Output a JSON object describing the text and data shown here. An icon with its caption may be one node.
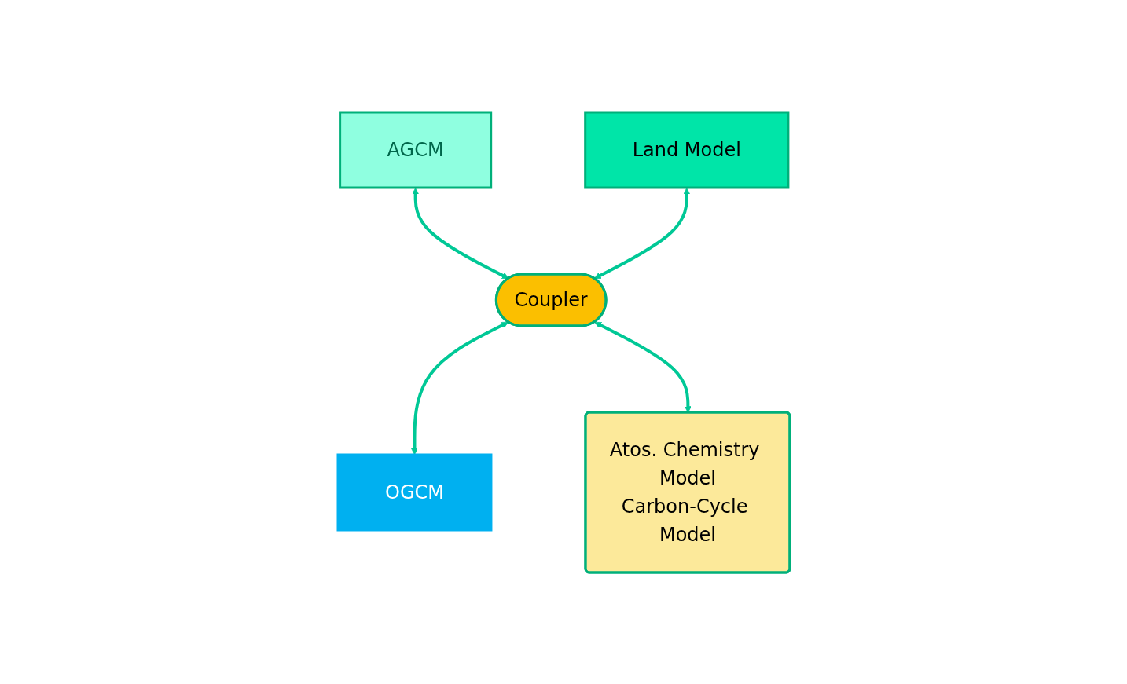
{
  "diagram": {
    "nodes": [
      {
        "text": [
          "AGCM"
        ]
      },
      {
        "text": [
          "Land Model"
        ]
      },
      {
        "text": [
          "Coupler"
        ]
      },
      {
        "text": [
          "OGCM"
        ]
      },
      {
        "text": [
          "Atos. Chemistry Model",
          "Carbon-Cycle Model"
        ]
      }
    ],
    "edges": [
      {
        "from": 0,
        "to": 2,
        "arrow": "both"
      },
      {
        "from": 1,
        "to": 2,
        "arrow": "both"
      },
      {
        "from": 2,
        "to": 3,
        "arrow": "both"
      },
      {
        "from": 2,
        "to": 4,
        "arrow": "both"
      }
    ]
  }
}
